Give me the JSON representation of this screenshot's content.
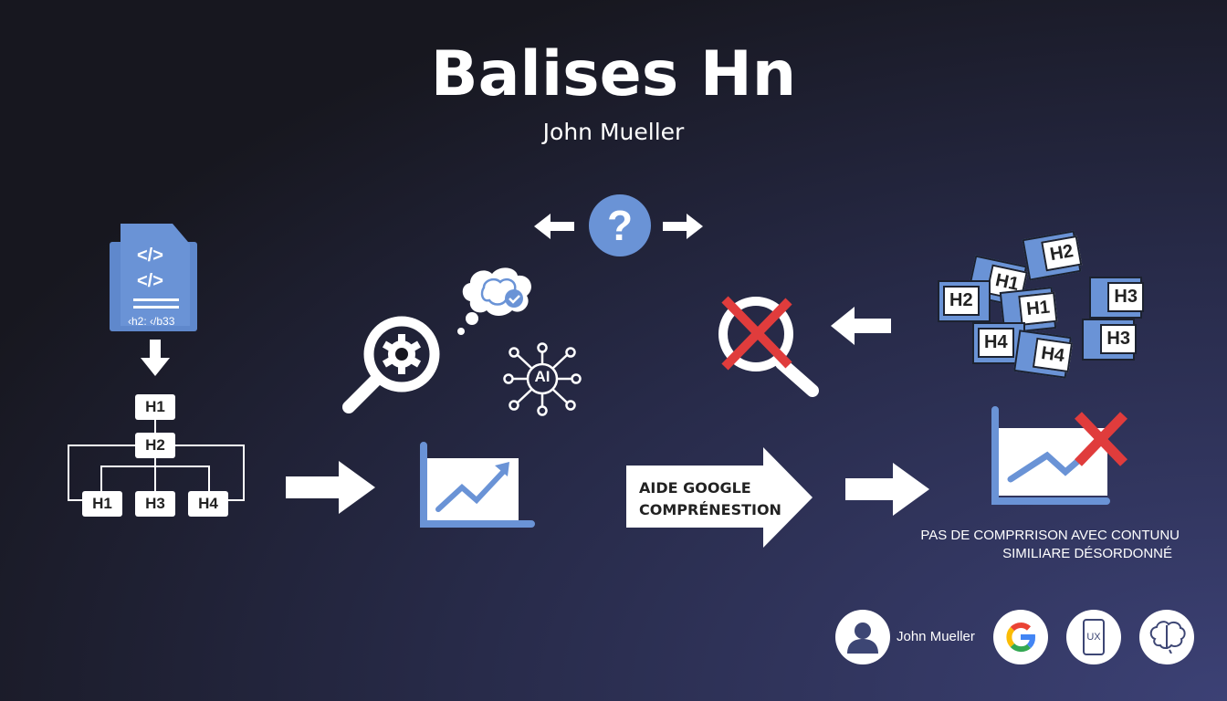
{
  "title": "Balises Hn",
  "subtitle": "John Mueller",
  "document": {
    "code_label": "‹h2: ‹/b33",
    "tag1": "</>",
    "tag2": "</>"
  },
  "tree": {
    "root": "H1",
    "level2": "H2",
    "children": [
      "H1",
      "H3",
      "H4"
    ]
  },
  "question_mark": "?",
  "ai_label": "AI",
  "arrow_label": {
    "line1": "AIDE GOOGLE",
    "line2": "COMPRÉNESTION"
  },
  "cubes": [
    "H1",
    "H2",
    "H2",
    "H1",
    "H3",
    "H4",
    "H4",
    "H3"
  ],
  "caption": {
    "line1": "PAS DE COMPRRISON AVEC CONTUNU",
    "line2": "SIMILIARE DÉSORDONNÉ"
  },
  "footer": {
    "person_name": "John Mueller",
    "ux_label": "UX"
  },
  "colors": {
    "accent_blue": "#6a93d6",
    "error_red": "#e03c3c",
    "bg_dark": "#17171f",
    "bg_light": "#3c4175"
  }
}
